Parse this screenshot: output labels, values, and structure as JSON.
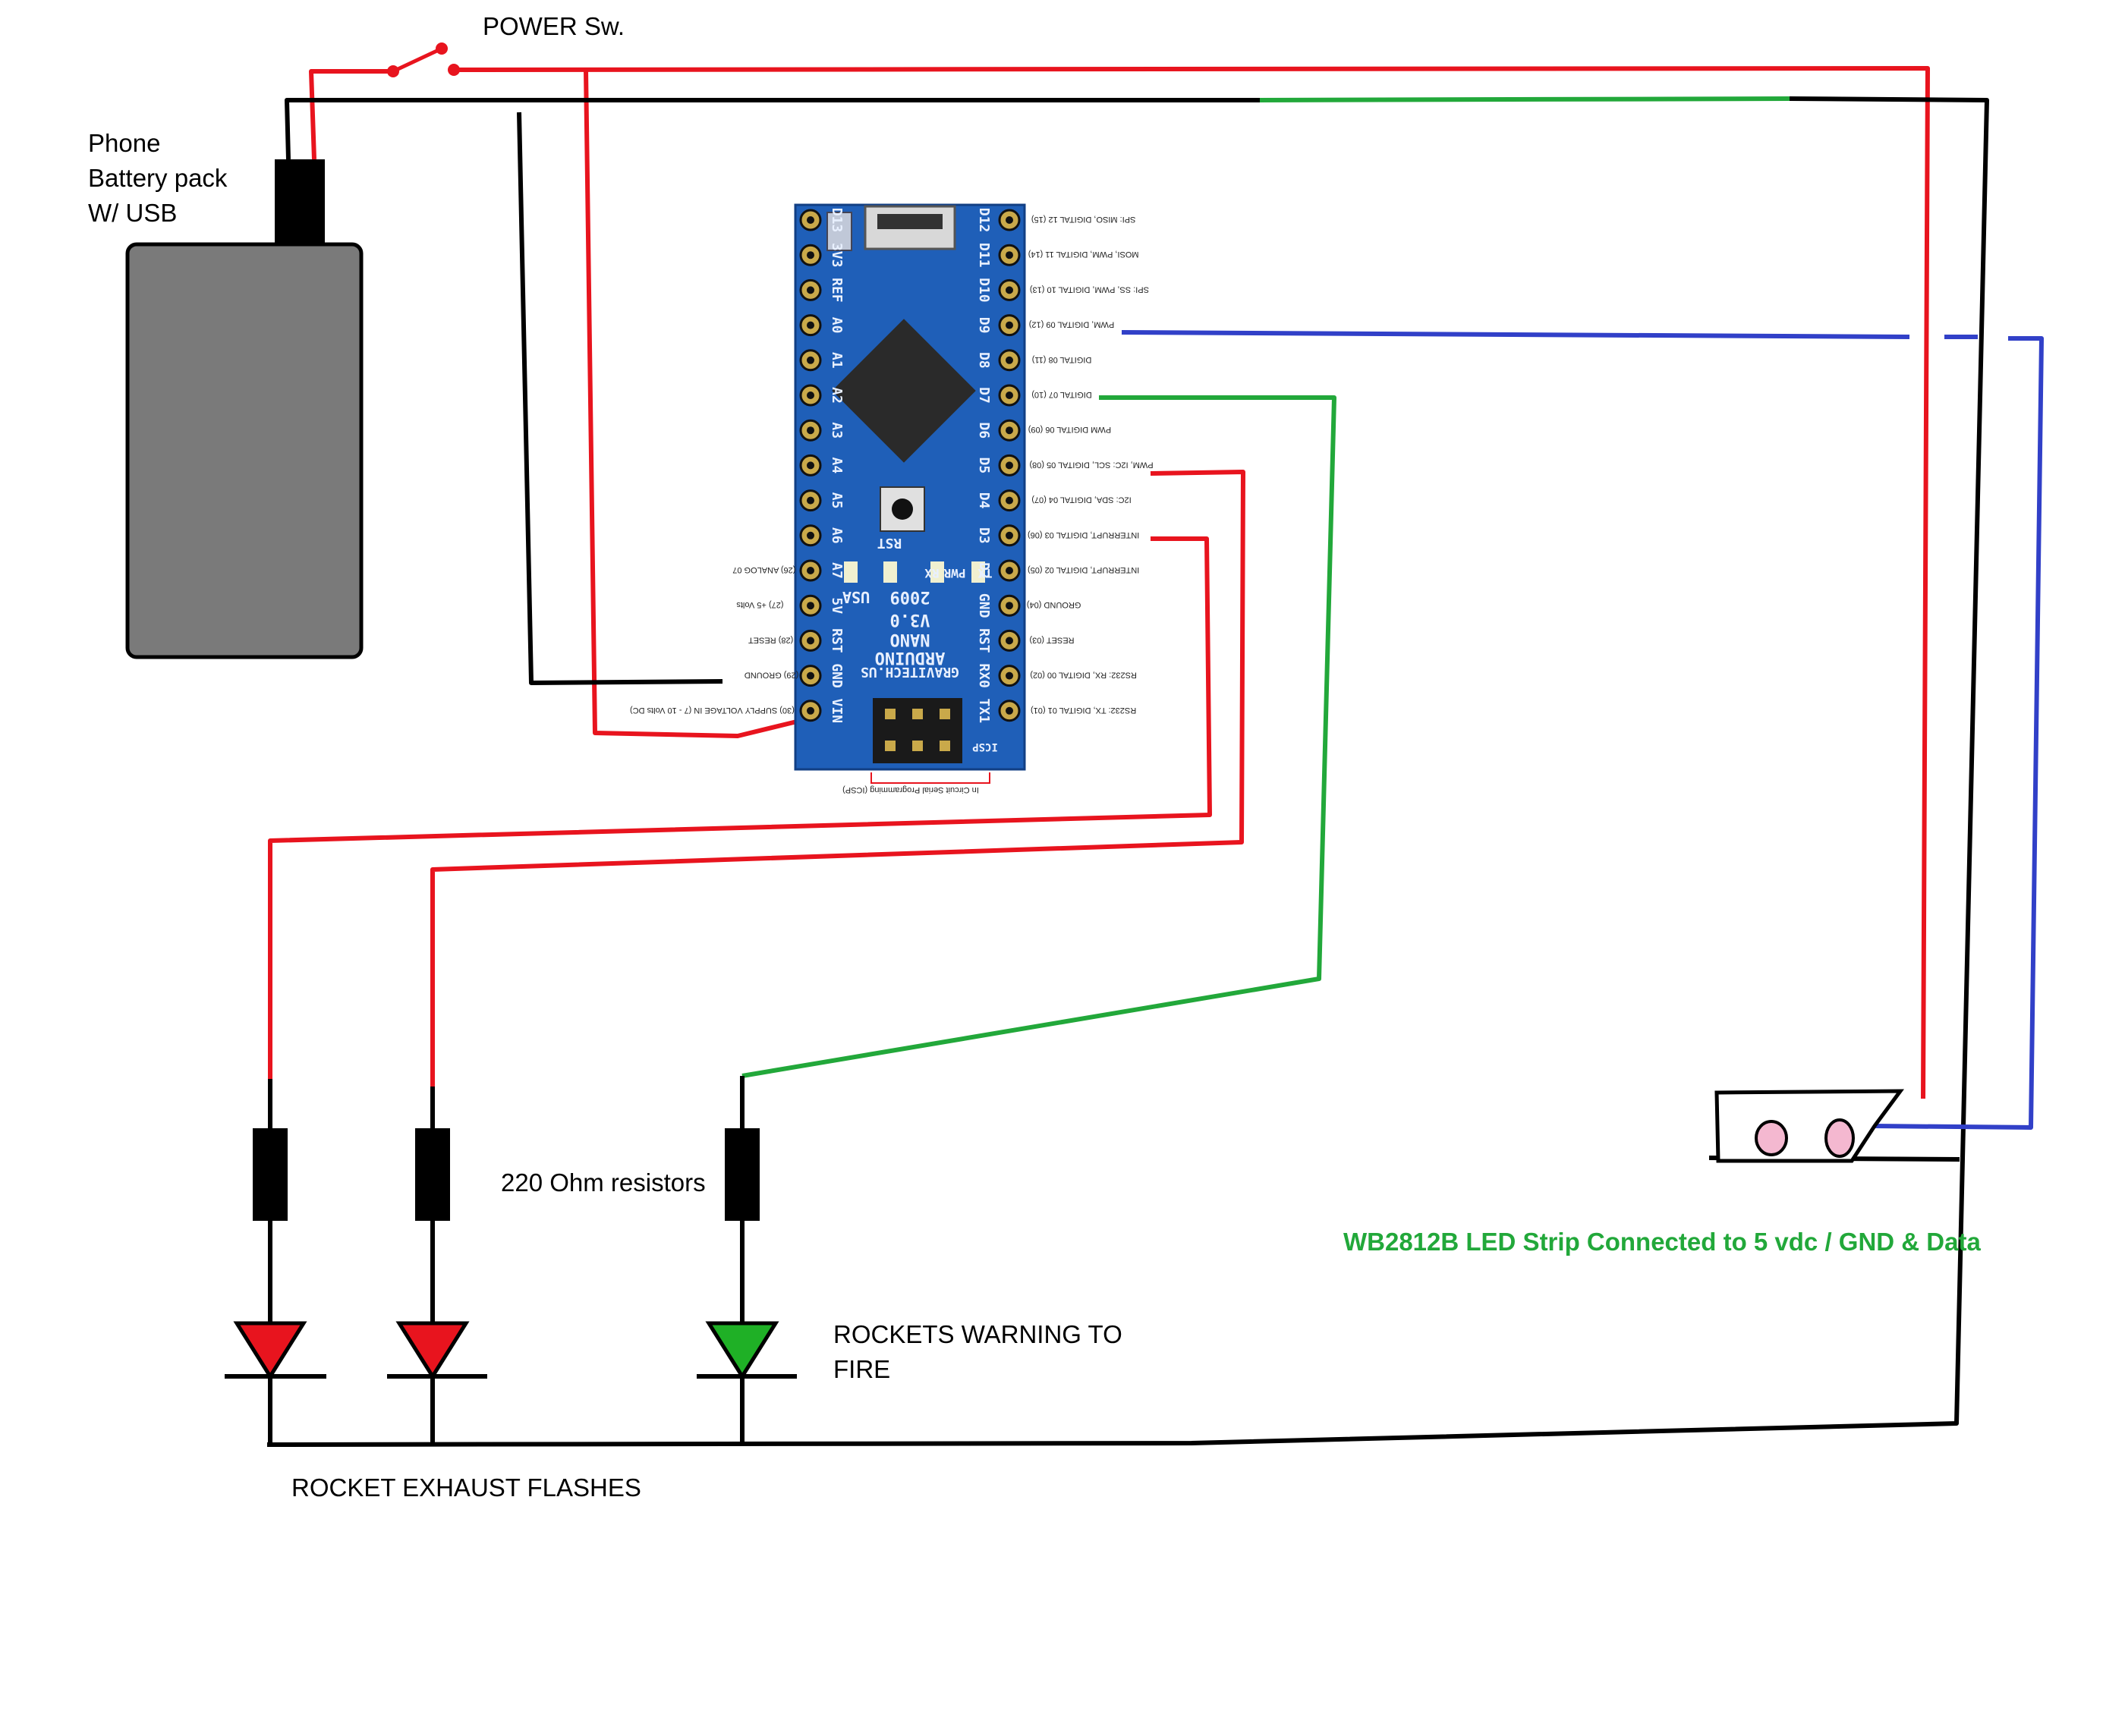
{
  "labels": {
    "power_switch": "POWER Sw.",
    "battery_line1": "Phone",
    "battery_line2": "Battery pack",
    "battery_line3": "W/ USB",
    "resistors": "220 Ohm resistors",
    "warning_line1": "ROCKETS WARNING TO",
    "warning_line2": "FIRE",
    "exhaust": "ROCKET EXHAUST FLASHES",
    "led_strip": "WB2812B LED Strip Connected to 5 vdc / GND & Data"
  },
  "board": {
    "brand": "ARDUINO",
    "model": "NANO",
    "version": "V3.0",
    "maker": "GRAVITECH.US",
    "year": "2009",
    "country": "USA",
    "rst": "RST",
    "pwr": "PWR",
    "tx": "TX",
    "rx": "RX",
    "icsp": "ICSP",
    "icsp_label": "In Circuit Serial Programming (ICSP)",
    "left_pins": [
      "D13",
      "3V3",
      "REF",
      "A0",
      "A1",
      "A2",
      "A3",
      "A4",
      "A5",
      "A6",
      "A7",
      "5V",
      "RST",
      "GND",
      "VIN"
    ],
    "right_pins": [
      "D12",
      "D11",
      "D10",
      "D9",
      "D8",
      "D7",
      "D6",
      "D5",
      "D4",
      "D3",
      "D2",
      "GND",
      "RST",
      "RX0",
      "TX1"
    ],
    "right_pin_notes": [
      "SPI: MISO, DIGITAL 12 (15)",
      "MOSI, PWM, DIGITAL 11 (14)",
      "SPI: SS, PWM, DIGITAL 10 (13)",
      "PWM, DIGITAL 09 (12)",
      "DIGITAL 08 (11)",
      "DIGITAL 07 (10)",
      "PWM DIGITAL 06 (09)",
      "PWM, I2C: SCL, DIGITAL 05 (08)",
      "I2C: SDA, DIGITAL 04 (07)",
      "INTERRUPT, DIGITAL 03 (06)",
      "INTERRUPT, DIGITAL 02 (05)",
      "GROUND (04)",
      "RESET (03)",
      "RS232: RX, DIGITAL 00 (02)",
      "RS232: TX, DIGITAL 01 (01)"
    ],
    "left_pin_notes": [
      "",
      "",
      "",
      "",
      "",
      "",
      "",
      "",
      "",
      "",
      "(26) ANALOG 07",
      "(27) +5 Volts",
      "(28) RESET",
      "(29) GROUND",
      "(30) SUPPLY VOLTAGE IN (7 - 10 Volts DC)"
    ]
  },
  "colors": {
    "power": "#e8141e",
    "ground": "#000000",
    "warning_signal": "#22a83a",
    "led_data": "#3140c8",
    "board": "#1f5fb8",
    "battery": "#7a7a7a",
    "led_red": "#e8141e",
    "led_green": "#1fb026"
  }
}
